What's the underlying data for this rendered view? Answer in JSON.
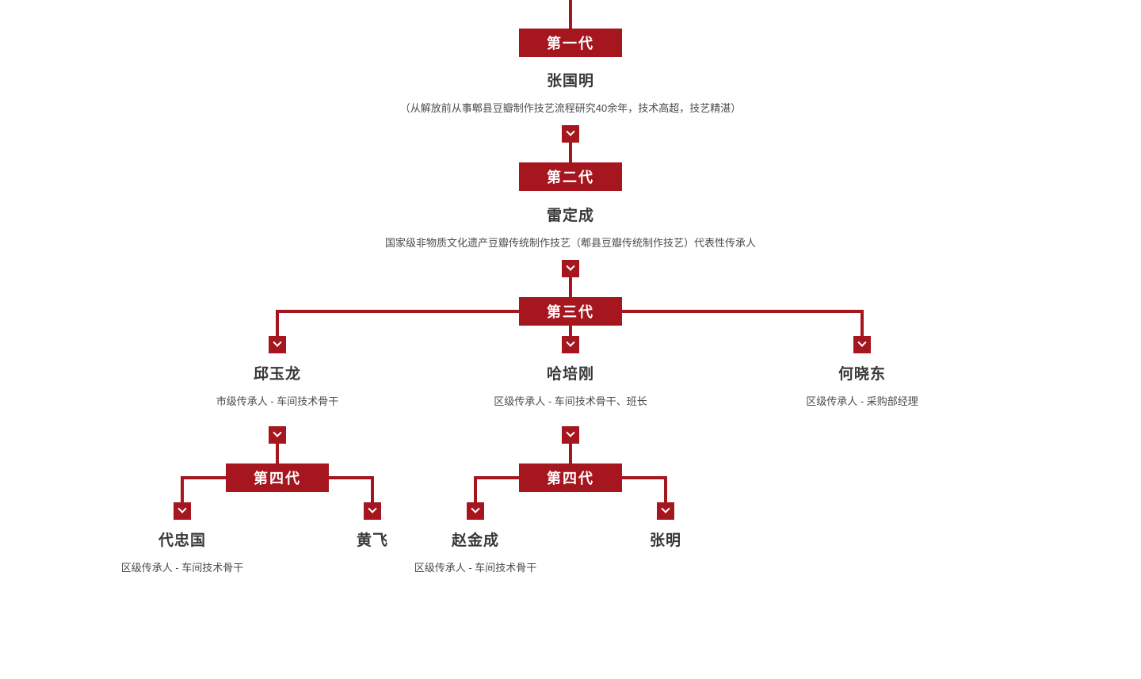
{
  "accent": "#a6161f",
  "tree": {
    "gen1": {
      "label": "第一代",
      "name": "张国明",
      "desc": "（从解放前从事郫县豆瓣制作技艺流程研究40余年，技术高超，技艺精湛）"
    },
    "gen2": {
      "label": "第二代",
      "name": "雷定成",
      "desc": "国家级非物质文化遗产豆瓣传统制作技艺（郫县豆瓣传统制作技艺）代表性传承人"
    },
    "gen3": {
      "label": "第三代",
      "members": [
        {
          "name": "邱玉龙",
          "desc": "市级传承人 - 车间技术骨干"
        },
        {
          "name": "哈培刚",
          "desc": "区级传承人 - 车间技术骨干、班长"
        },
        {
          "name": "何晓东",
          "desc": "区级传承人 - 采购部经理"
        }
      ]
    },
    "gen4_left": {
      "label": "第四代",
      "members": [
        {
          "name": "代忠国",
          "desc": "区级传承人 - 车间技术骨干"
        },
        {
          "name": "黄飞"
        }
      ]
    },
    "gen4_center": {
      "label": "第四代",
      "members": [
        {
          "name": "赵金成",
          "desc": "区级传承人 - 车间技术骨干"
        },
        {
          "name": "张明"
        }
      ]
    }
  }
}
